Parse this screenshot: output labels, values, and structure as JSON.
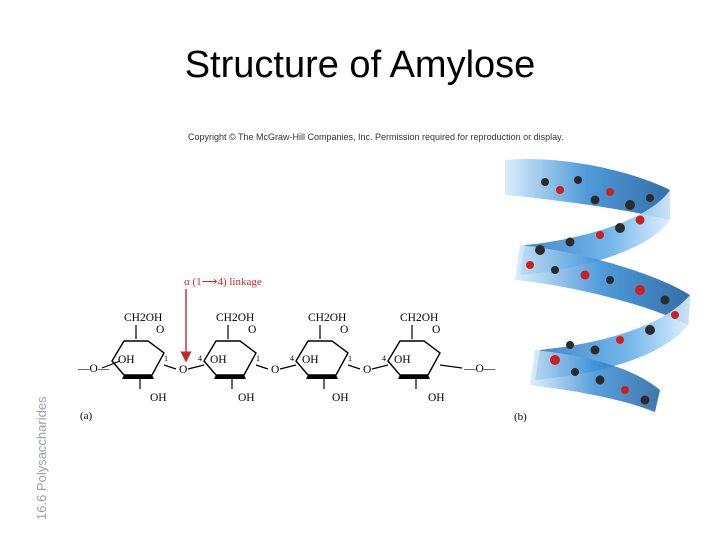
{
  "slide": {
    "title": "Structure of Amylose",
    "side_label": "16.6 Polysaccharides",
    "copyright": "Copyright © The McGraw-Hill Companies, Inc. Permission required for reproduction or display."
  },
  "figure_a": {
    "panel_label": "(a)",
    "linkage_label": "α (1⟶4) linkage",
    "glucose_units": [
      {
        "top": "CH2OH",
        "ring_o": "O",
        "left_oh": "OH",
        "bottom_oh": "OH"
      },
      {
        "top": "CH2OH",
        "ring_o": "O",
        "left_oh": "OH",
        "bottom_oh": "OH"
      },
      {
        "top": "CH2OH",
        "ring_o": "O",
        "left_oh": "OH",
        "bottom_oh": "OH"
      },
      {
        "top": "CH2OH",
        "ring_o": "O",
        "left_oh": "OH",
        "bottom_oh": "OH"
      }
    ],
    "bridge_o": "O",
    "end_left": "—O—",
    "end_right": "—O—",
    "carbon_1": "1",
    "carbon_4": "4"
  },
  "figure_b": {
    "panel_label": "(b)"
  },
  "colors": {
    "linkage": "#c62828",
    "helix_ribbon": "#3a8fd6",
    "atom_carbon": "#2b2b2b",
    "atom_oxygen": "#cc1f1f"
  }
}
